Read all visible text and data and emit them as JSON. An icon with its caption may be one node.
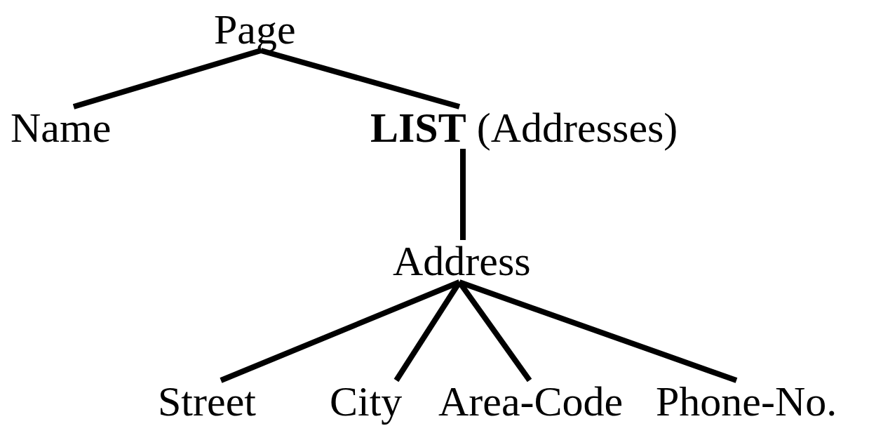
{
  "diagram": {
    "nodes": [
      {
        "text": [
          "Page"
        ]
      },
      {
        "text": [
          "Name"
        ]
      },
      {
        "text": [
          "**LIST** (Addresses)"
        ]
      },
      {
        "text": [
          "Address"
        ]
      },
      {
        "text": [
          "Street"
        ]
      },
      {
        "text": [
          "City"
        ]
      },
      {
        "text": [
          "Area-Code"
        ]
      },
      {
        "text": [
          "Phone-No."
        ]
      }
    ],
    "edges": [
      {
        "from": 0,
        "to": 1,
        "arrow": "none"
      },
      {
        "from": 0,
        "to": 2,
        "arrow": "none"
      },
      {
        "from": 2,
        "to": 3,
        "arrow": "none"
      },
      {
        "from": 3,
        "to": 4,
        "arrow": "none"
      },
      {
        "from": 3,
        "to": 5,
        "arrow": "none"
      },
      {
        "from": 3,
        "to": 6,
        "arrow": "none"
      },
      {
        "from": 3,
        "to": 7,
        "arrow": "none"
      }
    ]
  }
}
